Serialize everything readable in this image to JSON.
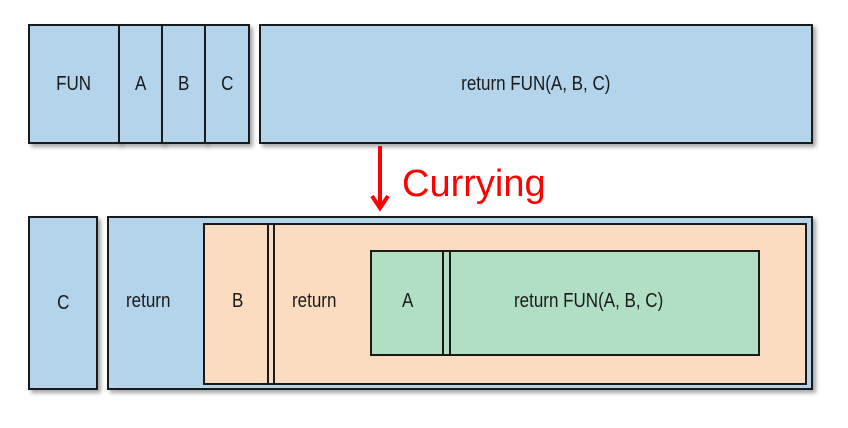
{
  "top_row": {
    "fun": "FUN",
    "a": "A",
    "b": "B",
    "c": "C",
    "body": "return FUN(A, B, C)"
  },
  "transform_label": "Currying",
  "bottom_row": {
    "c": "C",
    "outer_return": "return",
    "b": "B",
    "middle_return": "return",
    "a": "A",
    "inner_body": "return FUN(A, B, C)"
  },
  "colors": {
    "function_blue": "#b3d4ea",
    "closure_peach": "#fbdcc0",
    "inner_green": "#b1dfc4",
    "arrow_red": "#ff0000"
  }
}
